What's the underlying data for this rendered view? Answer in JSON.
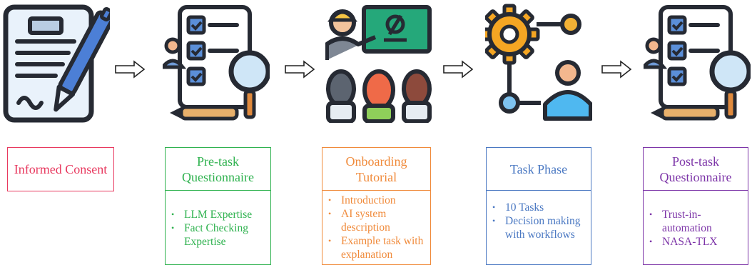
{
  "steps": [
    {
      "title": "Informed Consent",
      "color": "#e8395f",
      "icon": "signed-contract-icon",
      "bullets": []
    },
    {
      "title": "Pre-task Questionnaire",
      "color": "#2fb24f",
      "icon": "checklist-magnifier-icon",
      "bullets": [
        "LLM Expertise",
        "Fact Checking Expertise"
      ]
    },
    {
      "title": "Onboarding Tutorial",
      "color": "#f08a3a",
      "icon": "presentation-class-icon",
      "bullets": [
        "Introduction",
        "AI system description",
        "Example task with explanation"
      ]
    },
    {
      "title": "Task Phase",
      "color": "#4a78c2",
      "icon": "gear-person-workflow-icon",
      "bullets": [
        "10 Tasks",
        "Decision making with workflows"
      ]
    },
    {
      "title": "Post-task Questionnaire",
      "color": "#7d35a8",
      "icon": "checklist-magnifier-icon",
      "bullets": [
        "Trust-in-automation",
        "NASA-TLX"
      ]
    }
  ]
}
